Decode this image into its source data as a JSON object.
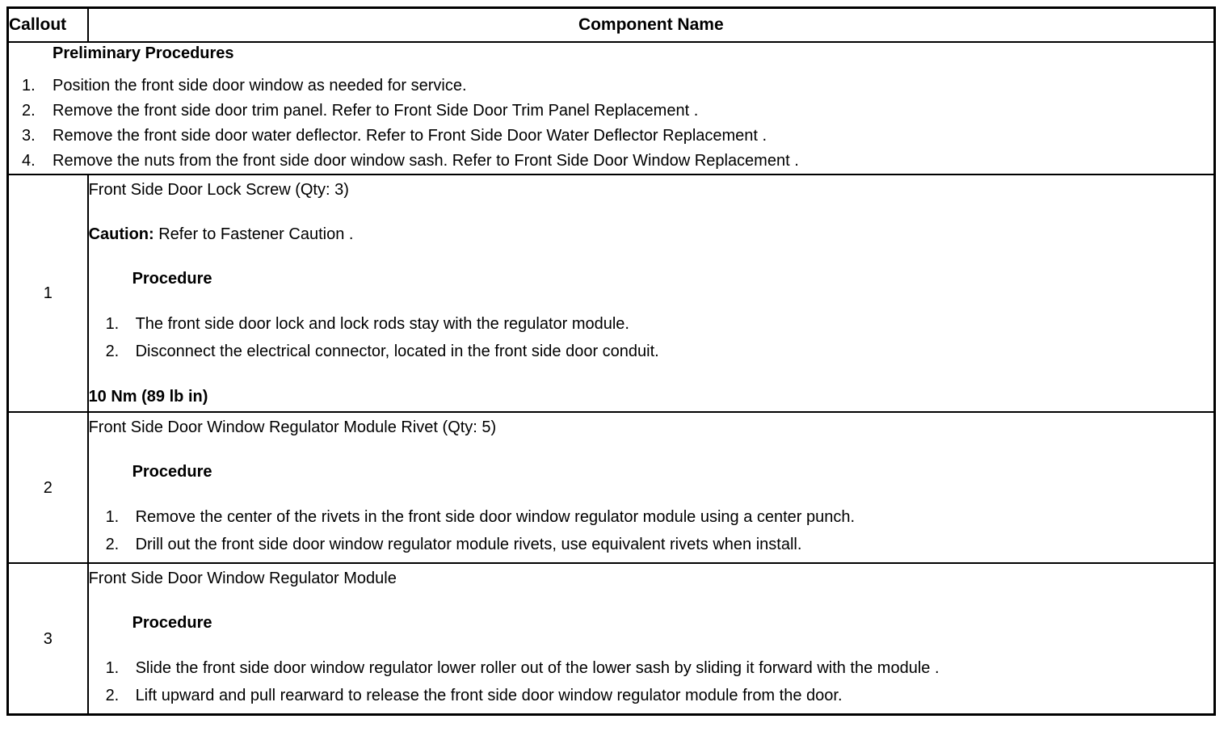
{
  "table": {
    "headers": {
      "callout": "Callout",
      "component_name": "Component Name"
    },
    "preliminary": {
      "title": "Preliminary Procedures",
      "steps": [
        {
          "num": "1.",
          "text": "Position the front side door window as needed for service."
        },
        {
          "num": "2.",
          "text": "Remove the front side door trim panel. Refer to Front Side Door Trim Panel Replacement ."
        },
        {
          "num": "3.",
          "text": "Remove the front side door water deflector. Refer to Front Side Door Water Deflector Replacement ."
        },
        {
          "num": "4.",
          "text": "Remove the nuts from the front side door window sash. Refer to Front Side Door Window Replacement ."
        }
      ]
    },
    "rows": [
      {
        "callout": "1",
        "component": "Front Side Door Lock Screw (Qty: 3)",
        "caution_label": "Caution:",
        "caution_text": " Refer to Fastener Caution .",
        "procedure_heading": "Procedure",
        "procedure_steps": [
          {
            "num": "1.",
            "text": "The front side door lock and lock rods stay with the regulator module."
          },
          {
            "num": "2.",
            "text": "Disconnect the electrical connector, located in the front side door conduit."
          }
        ],
        "torque": "10 Nm (89 lb in)"
      },
      {
        "callout": "2",
        "component": "Front Side Door Window Regulator Module Rivet (Qty: 5)",
        "procedure_heading": "Procedure",
        "procedure_steps": [
          {
            "num": "1.",
            "text": "Remove the center of the rivets in the front side door window regulator module using a center punch."
          },
          {
            "num": "2.",
            "text": "Drill out the front side door window regulator module rivets, use equivalent rivets when install."
          }
        ]
      },
      {
        "callout": "3",
        "component": "Front Side Door Window Regulator Module",
        "procedure_heading": "Procedure",
        "procedure_steps": [
          {
            "num": "1.",
            "text": "Slide the front side door window regulator lower roller out of the lower sash by sliding it forward with the module ."
          },
          {
            "num": "2.",
            "text": "Lift upward and pull rearward to release the front side door window regulator module from the door."
          }
        ]
      }
    ]
  },
  "colors": {
    "border": "#000000",
    "text": "#000000",
    "background": "#ffffff"
  }
}
